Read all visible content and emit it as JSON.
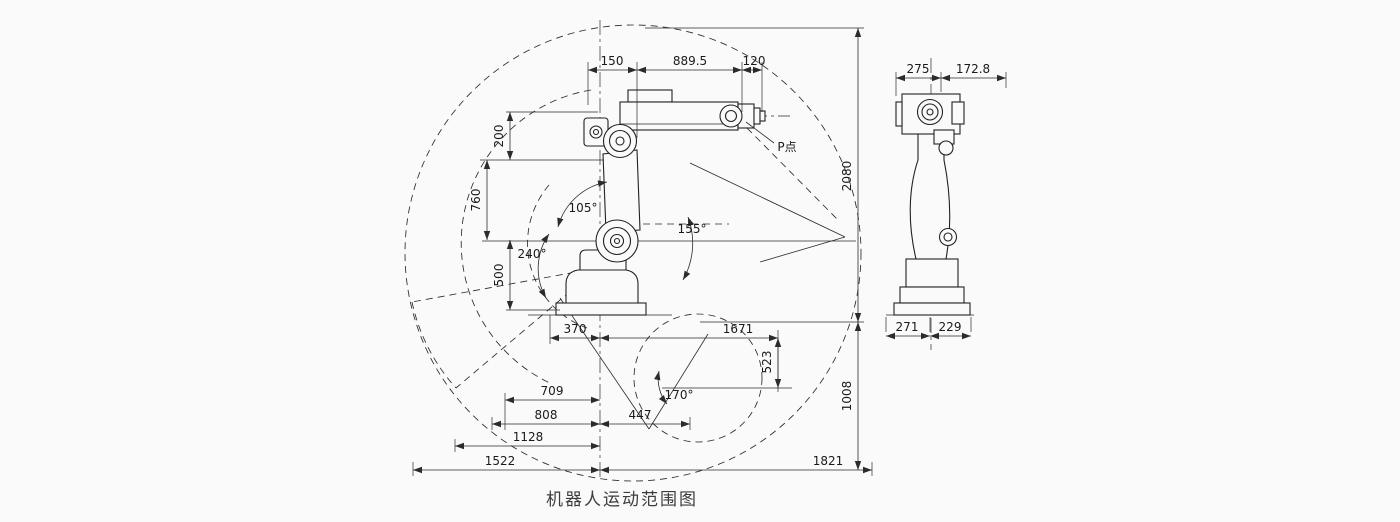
{
  "caption": "机器人运动范围图",
  "colors": {
    "line": "#2b2b2b",
    "background": "#fafafa"
  },
  "front_view": {
    "p_point_label": "P点",
    "dims": {
      "top_150": "150",
      "top_889_5": "889.5",
      "top_120": "120",
      "left_200": "200",
      "left_760": "760",
      "left_500": "500",
      "right_2080": "2080",
      "right_1008": "1008",
      "bottom_370": "370",
      "bottom_1671": "1671",
      "bottom_523": "523",
      "bottom_709": "709",
      "bottom_808": "808",
      "bottom_447": "447",
      "bottom_1128": "1128",
      "bottom_1522": "1522",
      "bottom_1821": "1821"
    },
    "angles": {
      "j_105": "105°",
      "j_155": "155°",
      "j_240": "240°",
      "j_170": "170°"
    }
  },
  "side_view": {
    "dims": {
      "top_275": "275",
      "top_172_8": "172.8",
      "bottom_271": "271",
      "bottom_229": "229"
    }
  }
}
